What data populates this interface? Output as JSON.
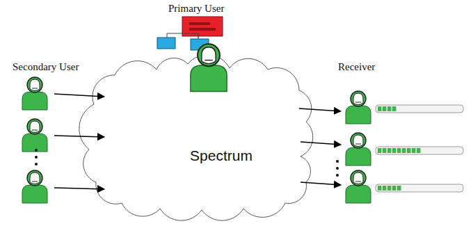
{
  "diagram": {
    "nodes": [
      {
        "text": [
          "Spectrum"
        ]
      }
    ],
    "labels": [
      "Primary User",
      "Secondary User",
      "Receiver"
    ]
  }
}
